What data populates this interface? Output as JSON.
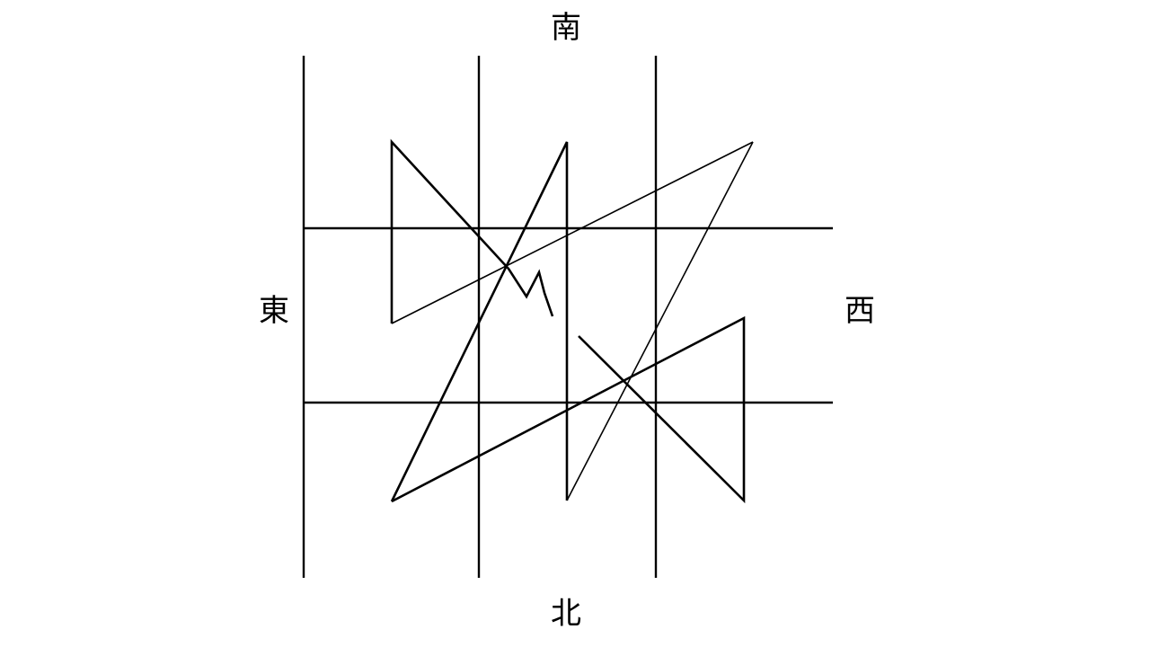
{
  "labels": {
    "top": "南",
    "bottom": "北",
    "left": "東",
    "right": "西"
  },
  "colors": {
    "line": "#000000",
    "background": "#ffffff"
  }
}
